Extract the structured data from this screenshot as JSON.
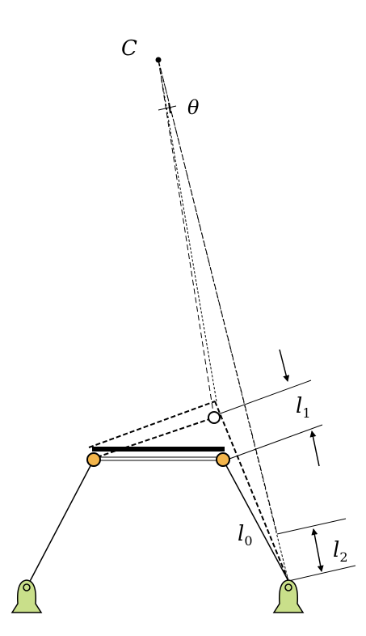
{
  "labels": {
    "center": "C",
    "angle": "θ",
    "l1": {
      "base": "l",
      "sub": "1"
    },
    "l0": {
      "base": "l",
      "sub": "0"
    },
    "l2": {
      "base": "l",
      "sub": "2"
    }
  },
  "colors": {
    "stroke": "#000000",
    "joint_fill": "#f3b54b",
    "support_fill": "#c9df8a",
    "open_joint_fill": "#ffffff"
  }
}
